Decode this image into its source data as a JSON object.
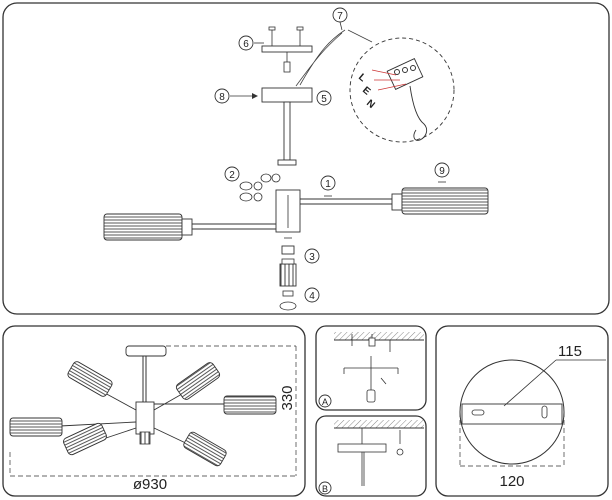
{
  "assembly": {
    "callouts": [
      {
        "id": "c1",
        "text": "1"
      },
      {
        "id": "c2",
        "text": "2"
      },
      {
        "id": "c3",
        "text": "3"
      },
      {
        "id": "c4",
        "text": "4"
      },
      {
        "id": "c5",
        "text": "5"
      },
      {
        "id": "c6",
        "text": "6"
      },
      {
        "id": "c7",
        "text": "7"
      },
      {
        "id": "c8",
        "text": "8"
      },
      {
        "id": "c9",
        "text": "9"
      }
    ],
    "wire_letters": [
      "L",
      "E",
      "N"
    ]
  },
  "dimensions": {
    "diameter": "ø930",
    "height": "330"
  },
  "mounting": {
    "step_a": "A",
    "step_b": "B"
  },
  "canopy": {
    "hole_spacing": "115",
    "diameter": "120"
  }
}
